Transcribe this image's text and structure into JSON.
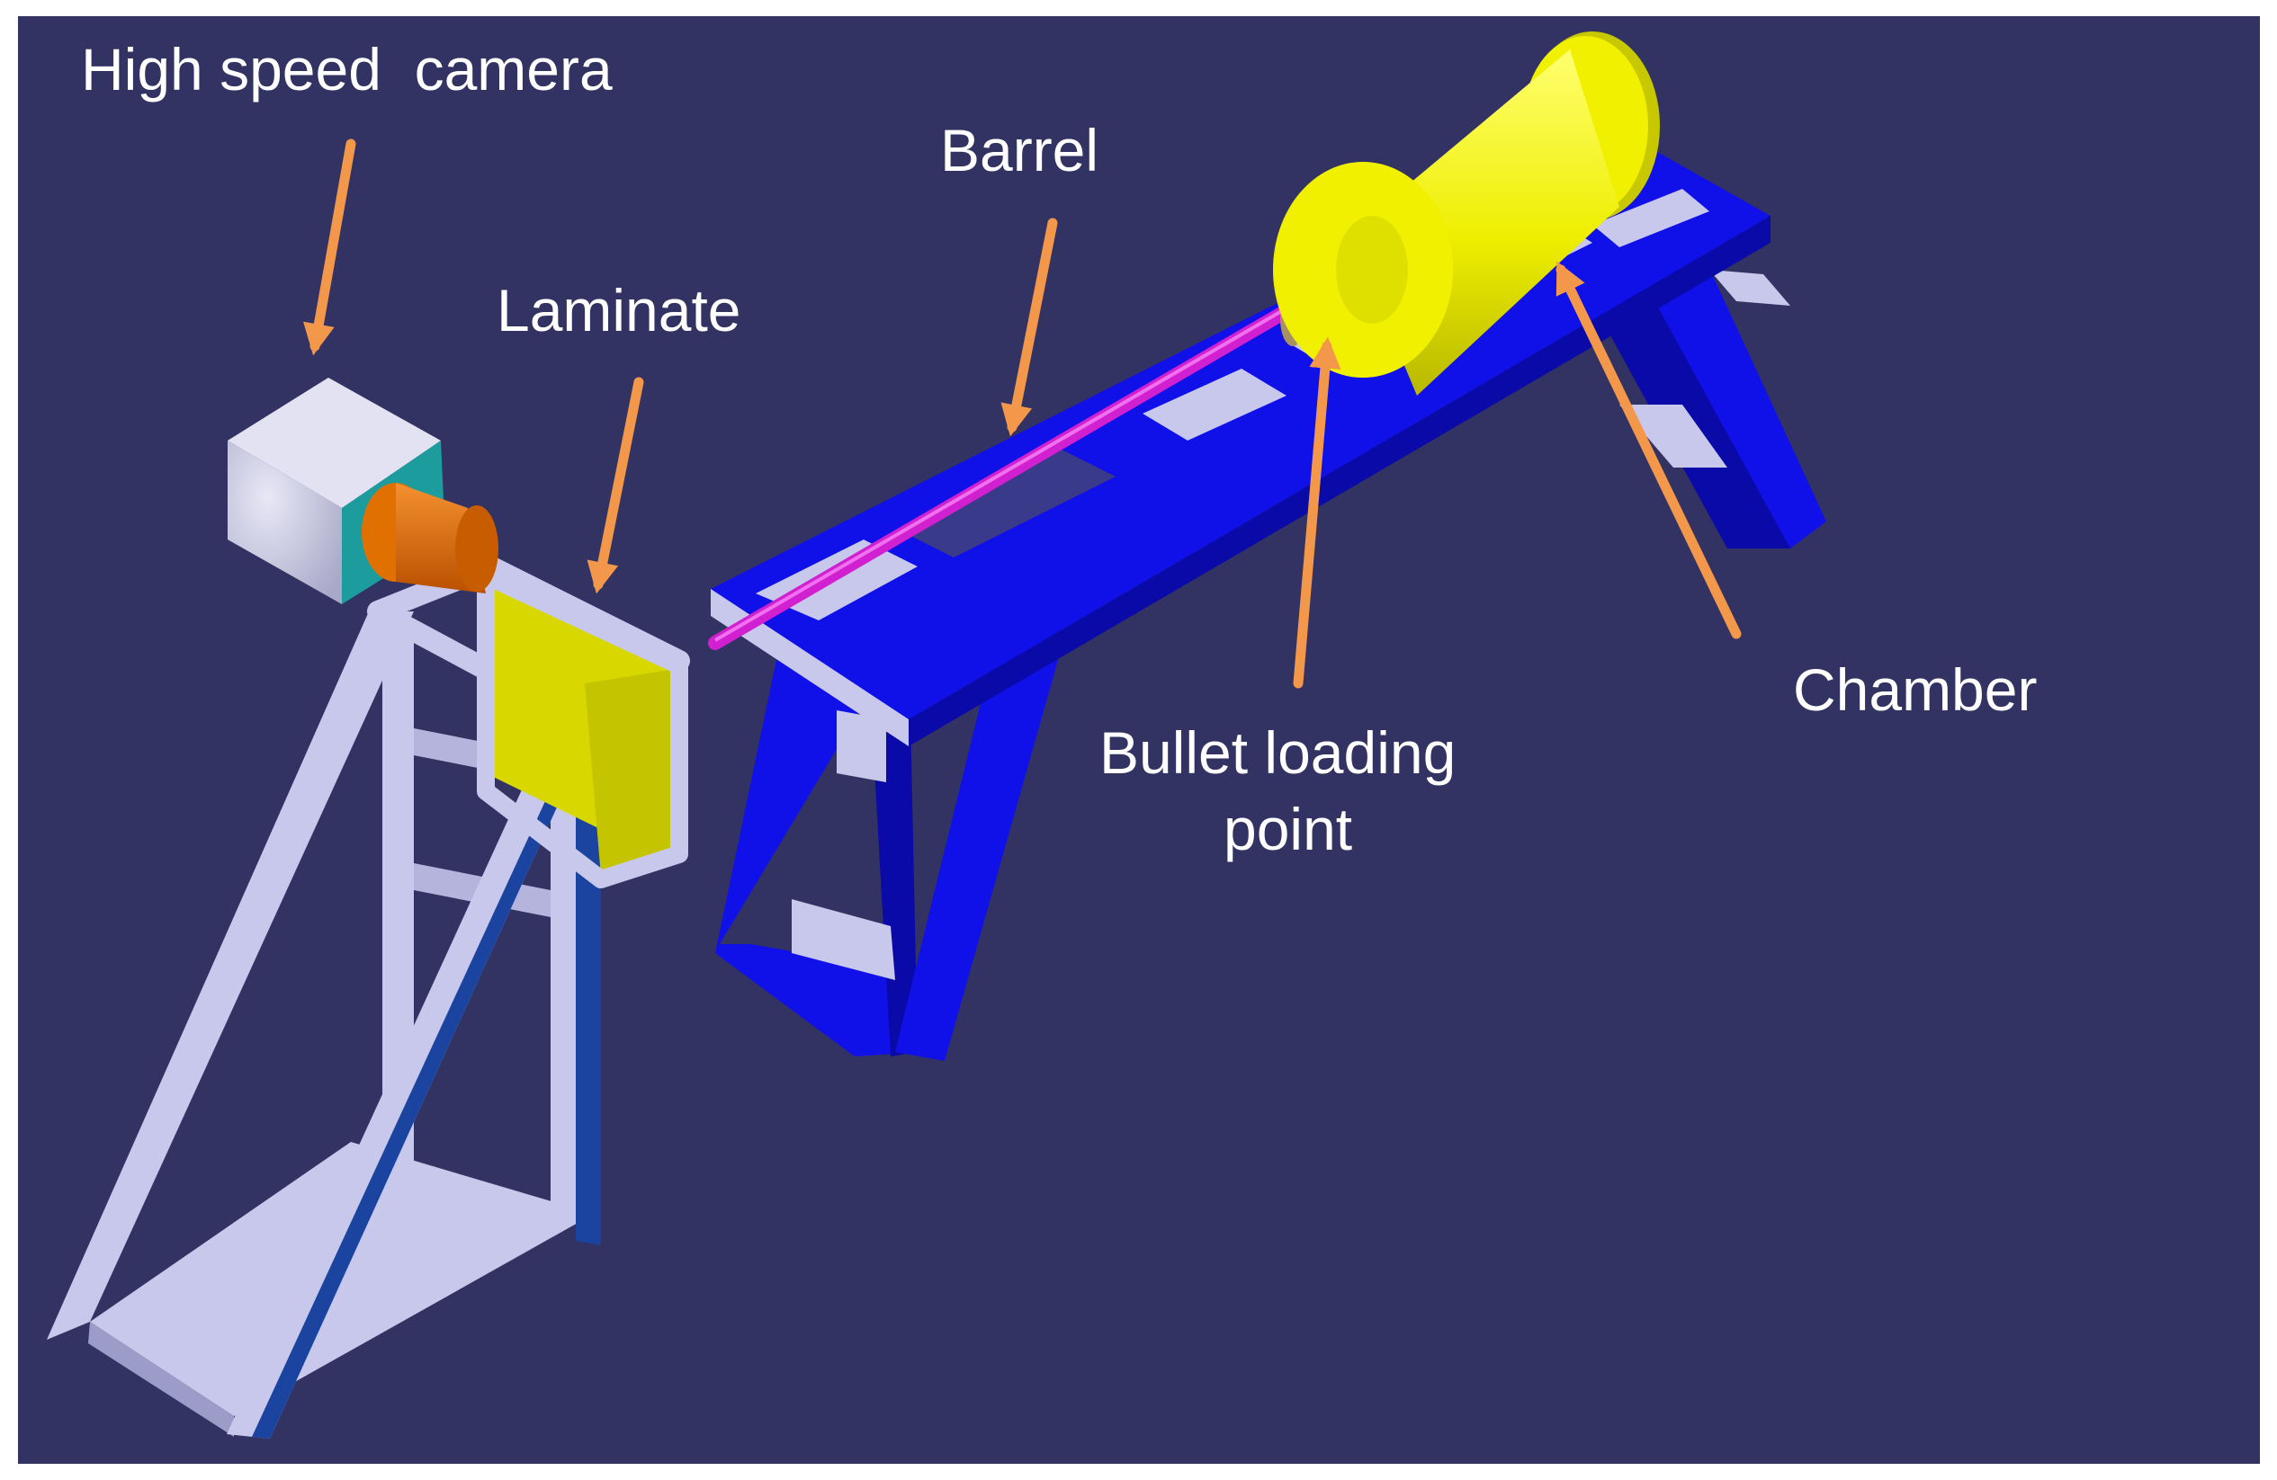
{
  "labels": {
    "camera": "High speed  camera",
    "laminate": "Laminate",
    "barrel": "Barrel",
    "bullet_loading_line1": "Bullet loading",
    "bullet_loading_line2": "point",
    "chamber": "Chamber"
  },
  "colors": {
    "background": "#333363",
    "frame_white": "#c8c8ec",
    "frame_white_shade": "#9c9cc8",
    "frame_blue": "#1010e8",
    "frame_blue_dark": "#0a0aa8",
    "frame_blue_stand": "#1a44a0",
    "laminate": "#d8d800",
    "barrel": "#d020d0",
    "chamber": "#f0f000",
    "chamber_shade": "#c8c800",
    "camera_body": "#cfcfe6",
    "camera_ring": "#1c9c9c",
    "camera_lens": "#e07000",
    "bullet": "#c8b080",
    "arrow": "#f3974b"
  },
  "icons": {
    "arrow": "arrow-down-icon"
  }
}
